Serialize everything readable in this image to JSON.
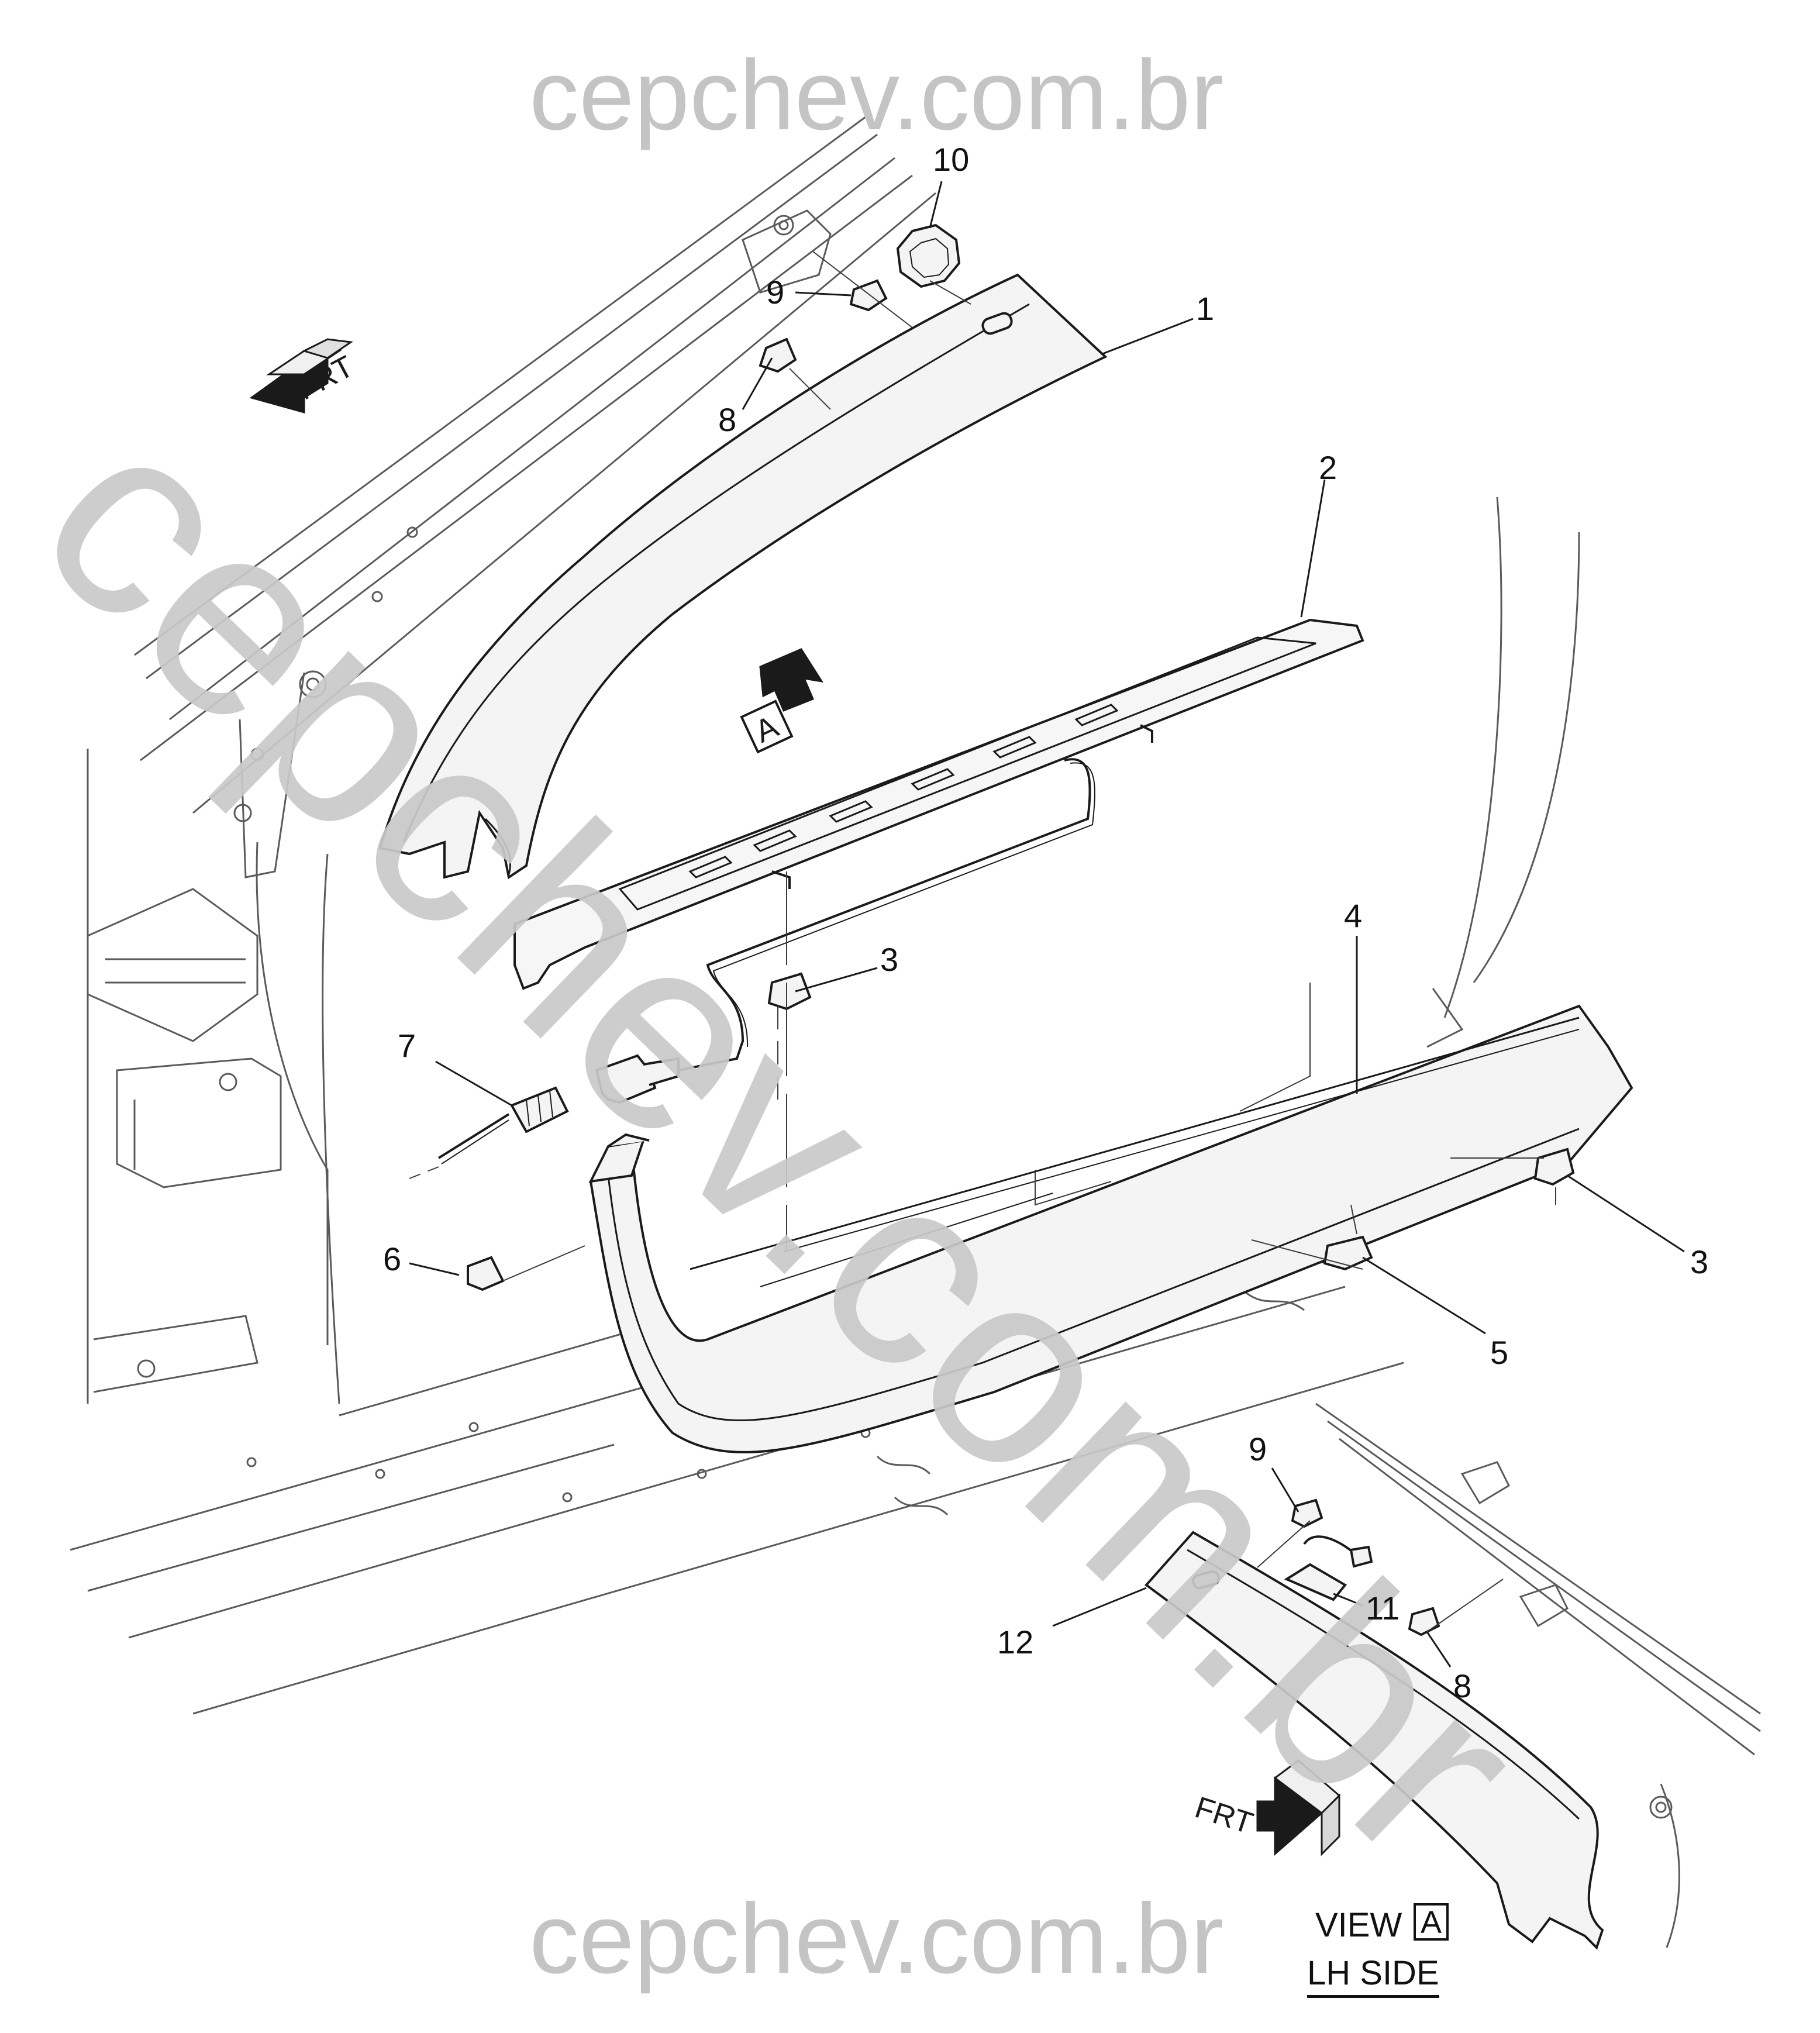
{
  "watermark": {
    "top": "cepchev.com.br",
    "bottom": "cepchev.com.br",
    "diagonal": "cepchev.com.br"
  },
  "direction_markers": {
    "top_left": "FRT",
    "bottom_right": "FRT"
  },
  "view_marker": {
    "letter": "A"
  },
  "view_label": {
    "view": "VIEW",
    "letter": "A",
    "side": "LH SIDE"
  },
  "callouts": {
    "c1": "1",
    "c2": "2",
    "c3a": "3",
    "c3b": "3",
    "c4": "4",
    "c5": "5",
    "c6": "6",
    "c7": "7",
    "c8a": "8",
    "c8b": "8",
    "c9a": "9",
    "c9b": "9",
    "c10": "10",
    "c11": "11",
    "c12": "12"
  },
  "colors": {
    "line": "#1a1a1a",
    "faint_line": "#6a6a6a",
    "watermark": "#c4c4c4",
    "part_fill": "#f4f4f4"
  }
}
